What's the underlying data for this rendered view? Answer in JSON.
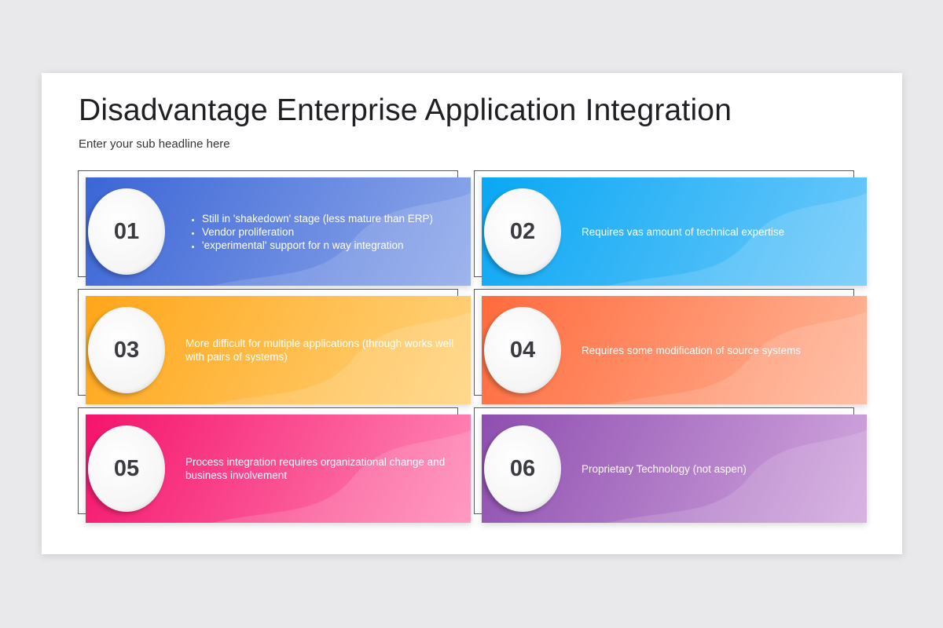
{
  "slide": {
    "title": "Disadvantage Enterprise Application Integration",
    "subtitle": "Enter your sub headline here"
  },
  "cards": [
    {
      "number": "01",
      "bullets": [
        "Still in 'shakedown' stage (less mature than ERP)",
        "Vendor proliferation",
        "'experimental' support for n way integration"
      ],
      "gradient": [
        "#3c66d6",
        "#8ea8ea"
      ]
    },
    {
      "number": "02",
      "text": "Requires vas amount of technical expertise",
      "gradient": [
        "#0aa7f3",
        "#6ec9fb"
      ]
    },
    {
      "number": "03",
      "text": "More difficult for multiple applications (through works well with pairs of systems)",
      "gradient": [
        "#ffa619",
        "#ffd37d"
      ]
    },
    {
      "number": "04",
      "text": "Requires some modification of source systems",
      "gradient": [
        "#ff6b3d",
        "#ffb698"
      ]
    },
    {
      "number": "05",
      "text": "Process integration requires organizational change and business involvement",
      "gradient": [
        "#f5136b",
        "#ff8ab8"
      ]
    },
    {
      "number": "06",
      "text": "Proprietary Technology (not aspen)",
      "gradient": [
        "#8e4eb0",
        "#d3a8de"
      ]
    }
  ]
}
